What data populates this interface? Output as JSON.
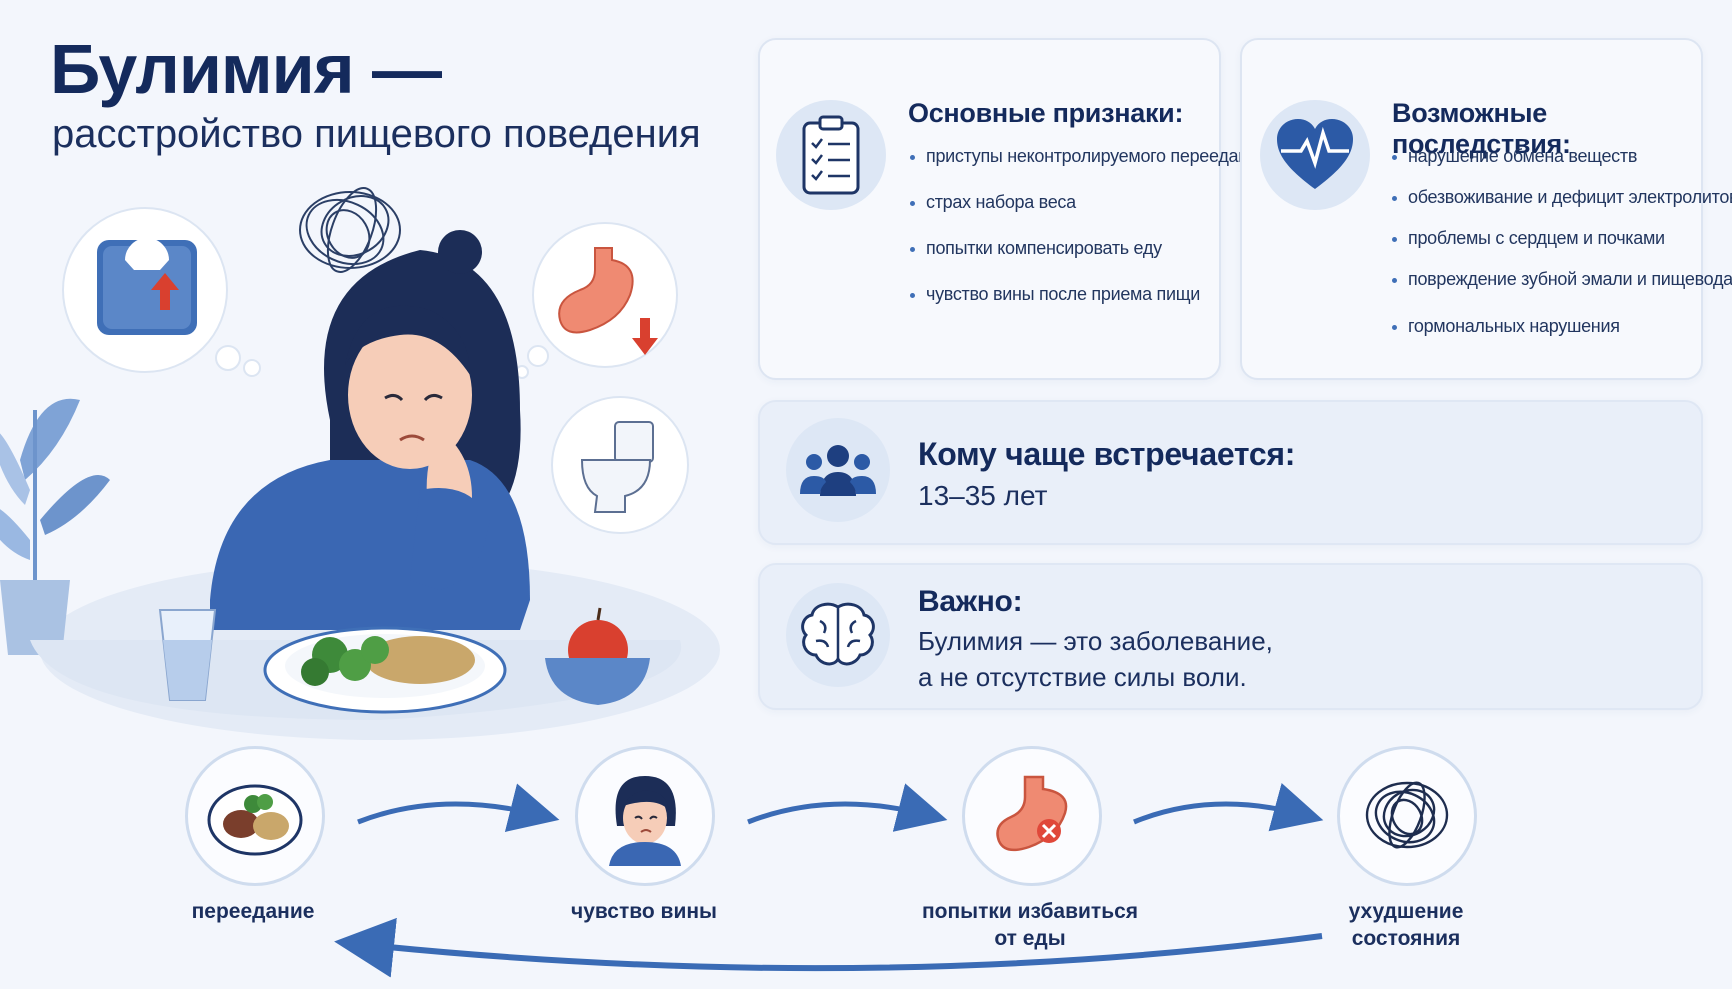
{
  "header": {
    "title": "Булимия —",
    "subtitle": "расстройство пищевого поведения"
  },
  "signs": {
    "heading": "Основные признаки:",
    "icon": "clipboard-checklist-icon",
    "items": [
      "приступы неконтролируемого переедания",
      "страх набора веса",
      "попытки компенсировать еду",
      "чувство вины после приема пищи"
    ]
  },
  "consequences": {
    "heading": "Возможные последствия:",
    "icon": "heart-pulse-icon",
    "items": [
      "нарушение обмена веществ",
      "обезвоживание и дефицит электролитов",
      "проблемы с сердцем и почками",
      "повреждение зубной эмали и пищевода",
      "гормональныx нарушения"
    ]
  },
  "age": {
    "heading": "Кому чаще встречается:",
    "value": "13–35 лет",
    "icon": "people-group-icon"
  },
  "important": {
    "heading": "Важно:",
    "line1": "Булимия — это заболевание,",
    "line2": "а не отсутствие силы воли.",
    "icon": "brain-icon"
  },
  "cycle": {
    "steps": [
      {
        "line1": "переедание",
        "line2": "",
        "icon": "food-plate-icon"
      },
      {
        "line1": "чувство вины",
        "line2": "",
        "icon": "sad-woman-icon"
      },
      {
        "line1": "попытки избавиться",
        "line2": "от еды",
        "icon": "stomach-cross-icon"
      },
      {
        "line1": "ухудшение",
        "line2": "состояния",
        "icon": "tangled-scribble-icon"
      }
    ]
  },
  "colors": {
    "primary": "#1b3f7e",
    "accent": "#3a6bb5",
    "card_bg": "#f7f9fd",
    "alert_red": "#e0483a"
  }
}
